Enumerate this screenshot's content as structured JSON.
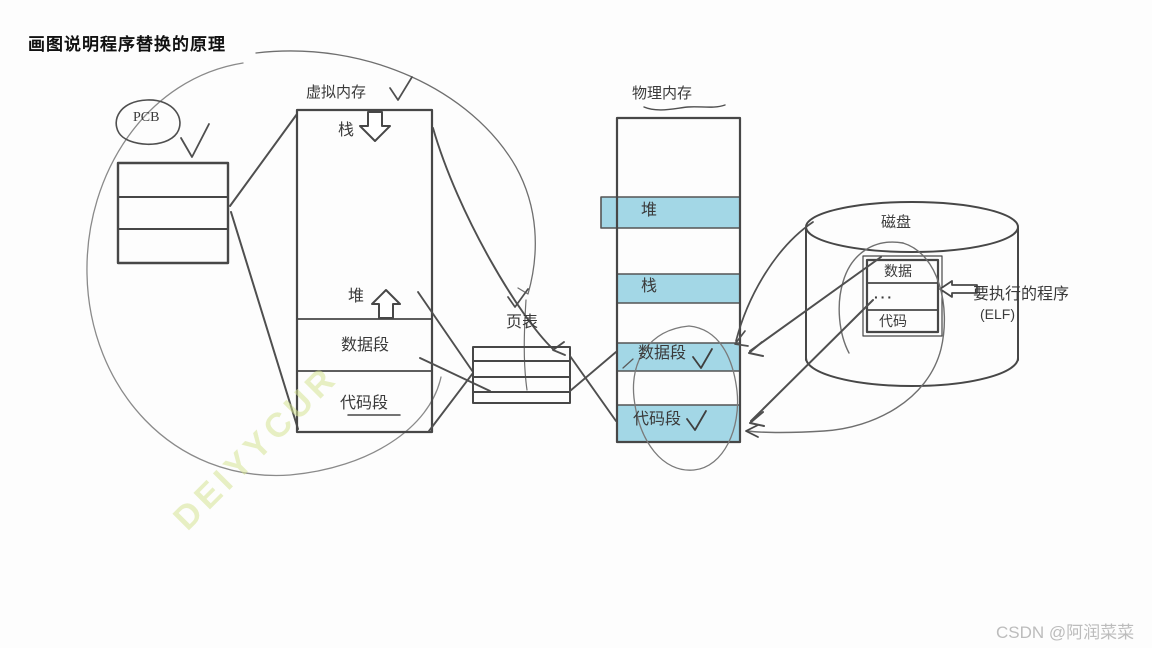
{
  "title": "画图说明程序替换的原理",
  "pcb": {
    "label": "PCB"
  },
  "virtual_memory": {
    "label": "虚拟内存",
    "stack": "栈",
    "heap": "堆",
    "data_segment": "数据段",
    "code_segment": "代码段"
  },
  "page_table": {
    "label": "页表"
  },
  "physical_memory": {
    "label": "物理内存",
    "highlight_color": "#a3d7e6",
    "segments": [
      {
        "label": "堆"
      },
      {
        "label": "栈"
      },
      {
        "label": "数据段"
      },
      {
        "label": "代码段"
      }
    ]
  },
  "disk": {
    "label": "磁盘",
    "rows": [
      {
        "label": "数据"
      },
      {
        "label": "···"
      },
      {
        "label": "代码"
      }
    ],
    "annotation": {
      "line1": "要执行的程序",
      "line2": "(ELF)"
    }
  },
  "watermarks": {
    "diagonal": "DEIYYCUR",
    "corner": "CSDN @阿润菜菜"
  }
}
